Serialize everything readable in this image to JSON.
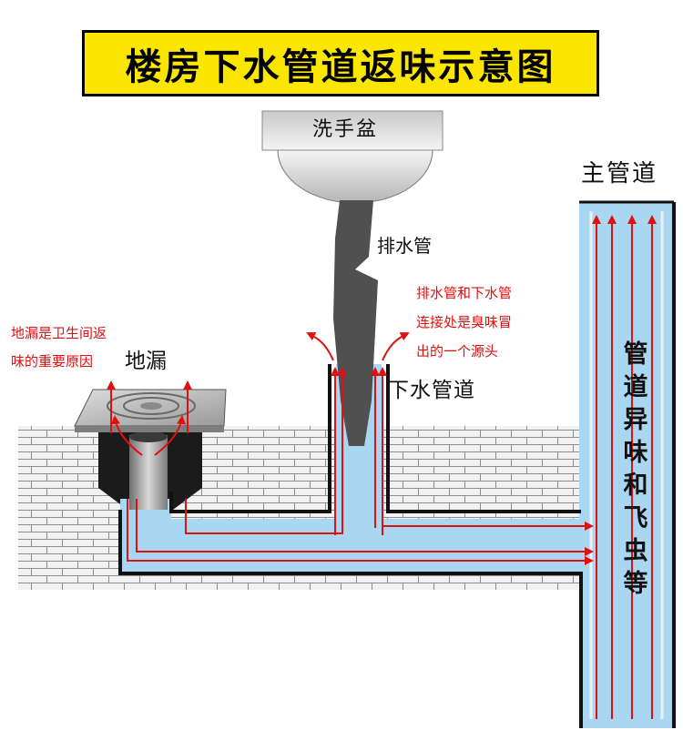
{
  "title": "楼房下水管道返味示意图",
  "labels": {
    "basin": "洗手盆",
    "main_pipe": "主管道",
    "drain_pipe": "排水管",
    "floor_drain": "地漏",
    "downpipe": "下水管道"
  },
  "notes": {
    "floor_drain_note": [
      "地漏是卫生间返",
      "味的重要原因"
    ],
    "joint_note": [
      "排水管和下水管",
      "连接处是臭味冒",
      "出的一个源头"
    ],
    "main_pipe_note": "管道异味和飞虫等"
  },
  "colors": {
    "title_bg": "#fbe600",
    "water": "#a9d6f0",
    "arrows": "#e01010",
    "brick": "#f2f2f2",
    "brick_mortar": "#8c8c8c",
    "pipe_outline": "#111111",
    "drain_pipe": "#505050"
  }
}
